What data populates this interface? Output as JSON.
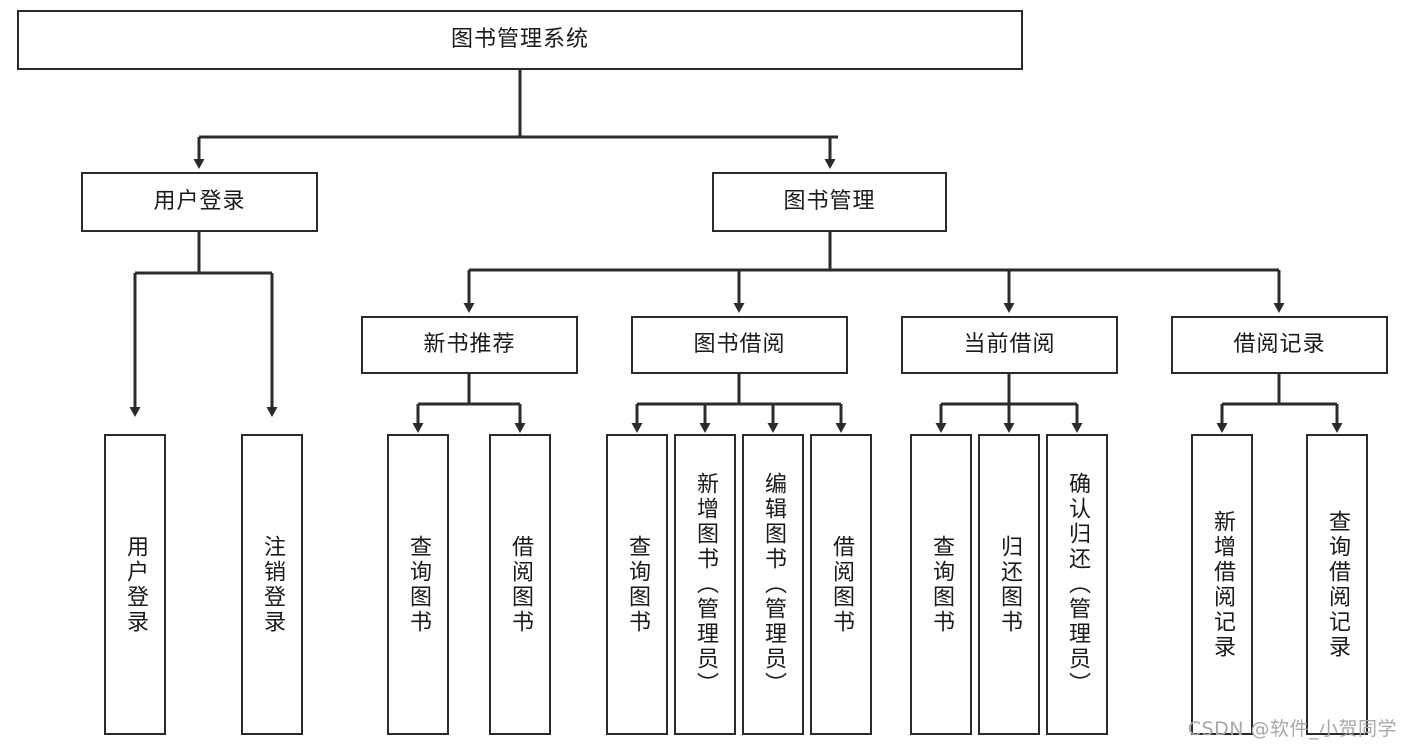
{
  "diagram": {
    "title_node": {
      "label": "图书管理系统"
    },
    "level2": [
      {
        "id": "user-login",
        "label": "用户登录"
      },
      {
        "id": "book-manage",
        "label": "图书管理"
      }
    ],
    "level3": [
      {
        "id": "new-book-recommend",
        "label": "新书推荐"
      },
      {
        "id": "book-borrow",
        "label": "图书借阅"
      },
      {
        "id": "current-borrow",
        "label": "当前借阅"
      },
      {
        "id": "borrow-record",
        "label": "借阅记录"
      }
    ],
    "leaves": {
      "user_login": [
        {
          "id": "leaf-user-login",
          "label": "用户登录"
        },
        {
          "id": "leaf-logout-login",
          "label": "注销登录"
        }
      ],
      "new_book_recommend": [
        {
          "id": "leaf-query-book-1",
          "label": "查询图书"
        },
        {
          "id": "leaf-borrow-book-1",
          "label": "借阅图书"
        }
      ],
      "book_borrow": [
        {
          "id": "leaf-query-book-2",
          "label": "查询图书"
        },
        {
          "id": "leaf-add-book",
          "label": "新增图书（管理员）"
        },
        {
          "id": "leaf-edit-book",
          "label": "编辑图书（管理员）"
        },
        {
          "id": "leaf-borrow-book-2",
          "label": "借阅图书"
        }
      ],
      "current_borrow": [
        {
          "id": "leaf-query-book-3",
          "label": "查询图书"
        },
        {
          "id": "leaf-return-book",
          "label": "归还图书"
        },
        {
          "id": "leaf-confirm-return",
          "label": "确认归还（管理员）"
        }
      ],
      "borrow_record": [
        {
          "id": "leaf-add-borrow-record",
          "label": "新增借阅记录"
        },
        {
          "id": "leaf-query-borrow-record",
          "label": "查询借阅记录"
        }
      ]
    },
    "watermark": "CSDN @软件_小贺同学",
    "colors": {
      "stroke": "#2b2b2b",
      "fill": "#ffffff",
      "text": "#1a1a1a",
      "watermark": "#a8a8a8"
    }
  }
}
